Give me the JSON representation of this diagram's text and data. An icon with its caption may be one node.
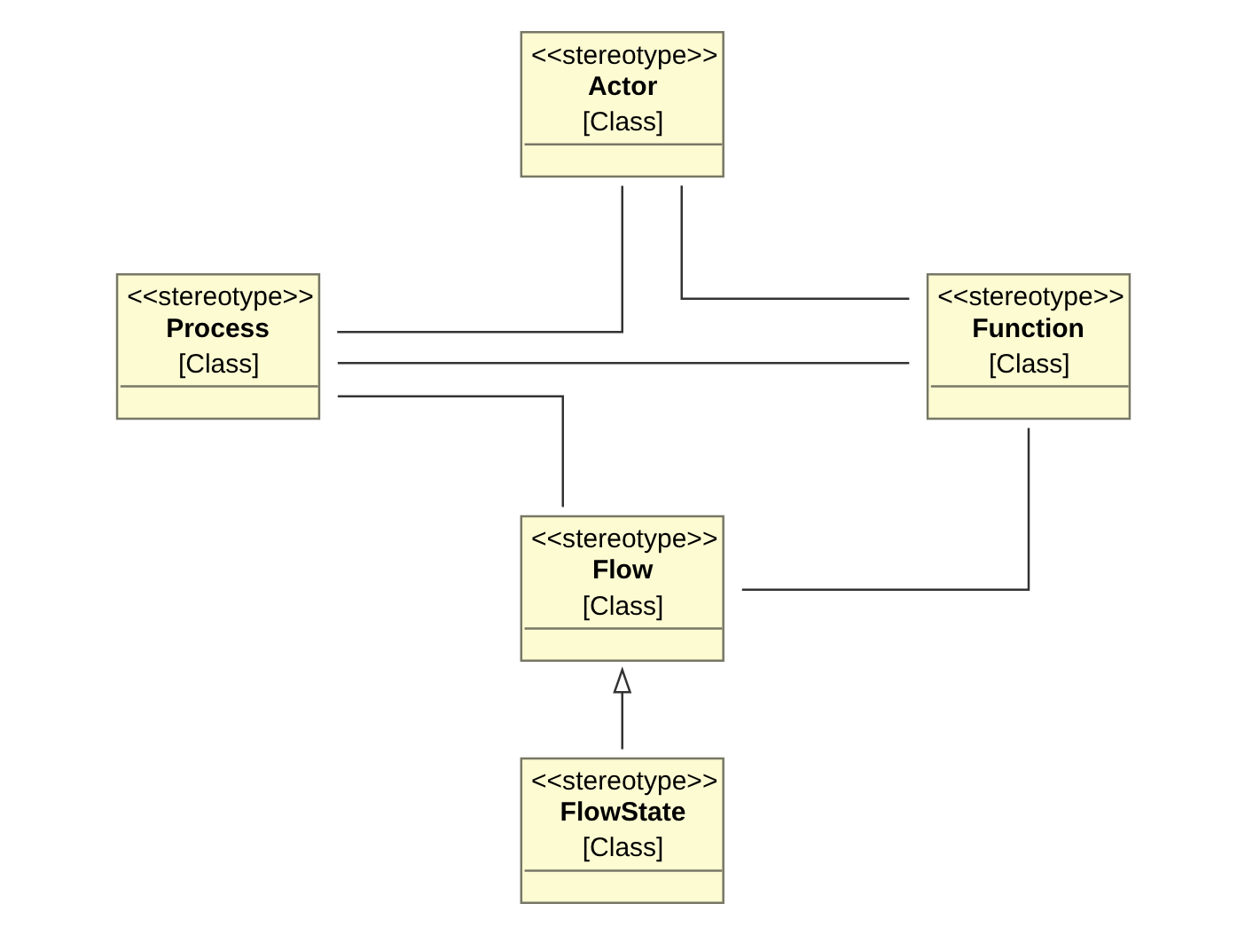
{
  "diagram": {
    "nodes": [
      {
        "text": [
          "<<stereotype>>",
          "Actor",
          "[Class]"
        ]
      },
      {
        "text": [
          "<<stereotype>>",
          "Process",
          "[Class]"
        ]
      },
      {
        "text": [
          "<<stereotype>>",
          "Function",
          "[Class]"
        ]
      },
      {
        "text": [
          "<<stereotype>>",
          "Flow",
          "[Class]"
        ]
      },
      {
        "text": [
          "<<stereotype>>",
          "FlowState",
          "[Class]"
        ]
      }
    ],
    "edges": [
      {
        "from": 0,
        "to": 1,
        "arrow": "none"
      },
      {
        "from": 0,
        "to": 2,
        "arrow": "none"
      },
      {
        "from": 1,
        "to": 2,
        "arrow": "none"
      },
      {
        "from": 1,
        "to": 3,
        "arrow": "none"
      },
      {
        "from": 2,
        "to": 3,
        "arrow": "none"
      },
      {
        "from": 4,
        "to": 3,
        "arrow": "to"
      }
    ]
  }
}
